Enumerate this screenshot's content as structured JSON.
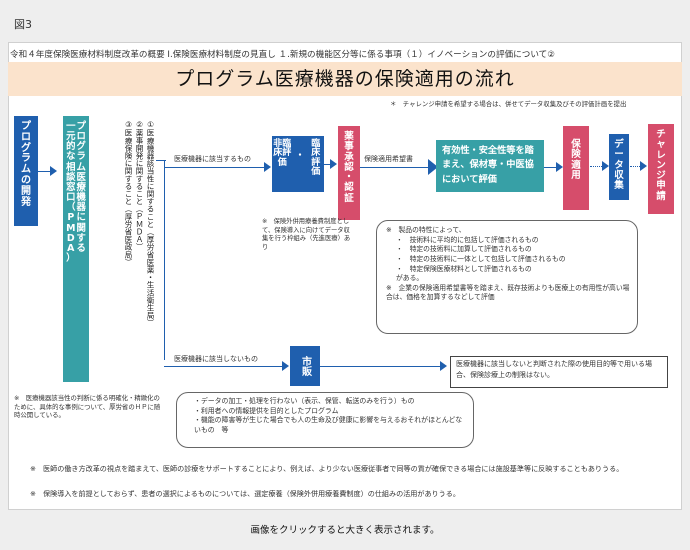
{
  "figure_label": "図3",
  "header": "令和４年度保険医療材料制度改革の概要 Ⅰ.保険医療材料制度の見直し １.新規の機能区分等に係る事項（１）イノベーションの評価について②",
  "title": "プログラム医療機器の保険適用の流れ",
  "top_note": "＊　チャレンジ申請を希望する場合は、併せてデータ収集及びその評価計画を提出",
  "boxes": {
    "dev_lines": [
      "プ",
      "ロ",
      "グ",
      "ラ",
      "ム",
      "の",
      "開",
      "発"
    ],
    "consult_lines": [
      "プ",
      "ロ",
      "グ",
      "ラ",
      "ム",
      "医",
      "療",
      "機",
      "器",
      "に",
      "関",
      "す",
      "る",
      "一",
      "元",
      "的",
      "な",
      "相",
      "談",
      "窓",
      "口",
      "（",
      "P",
      "M",
      "D",
      "A",
      "）"
    ],
    "clinical_col1": [
      "臨",
      "床",
      "評",
      "価"
    ],
    "clinical_col2": [
      "非",
      "臨",
      "床",
      "評",
      "価"
    ],
    "clinical_mid": "・",
    "approval_lines": [
      "薬",
      "事",
      "承",
      "認",
      "・",
      "認",
      "証"
    ],
    "evaluation": "有効性・安全性等を踏まえ、保材専・中医協において評価",
    "insurance_lines": [
      "保",
      "険",
      "適",
      "用"
    ],
    "data_lines": [
      "デ",
      "ー",
      "タ",
      "収",
      "集"
    ],
    "challenge_lines": [
      "チ",
      "ャ",
      "レ",
      "ン",
      "ジ",
      "申",
      "請"
    ],
    "market": "市販"
  },
  "consult_items": [
    "①医療機器該当性に関すること（厚労省医薬・生活衛生局）",
    "②薬事開発に関すること（ＰＭＤＡ）",
    "③医療保険に関すること（厚労省医政局）"
  ],
  "arrows": {
    "device_yes": "医療機器に該当するもの",
    "applicant": "保険適用希望書",
    "device_no": "医療機器に該当しないもの"
  },
  "notes": {
    "benefit": "※　保険外併用療養費制度として、保険導入に向けてデータ収集を行う枠組み（先進医療）あり",
    "evaluation_details": [
      "※　製品の特性によって、",
      "・　技術料に平均的に包括して評価されるもの",
      "・　特定の技術料に加算して評価されるもの",
      "・　特定の技術料に一体として包括して評価されるもの",
      "・　特定保険医療材料として評価されるもの",
      "がある。",
      "※　企業の保険適用希望書等を踏まえ、既存技術よりも医療上の有用性が高い場合は、価格を加算するなどして評価"
    ],
    "non_device": "医療機器に該当しないと判断された際の使用目的等で用いる場合、保険診療上の制限はない。",
    "examples": [
      "・データの加工・処理を行わない（表示、保管、転送のみを行う）もの",
      "・利用者への情報提供を目的としたプログラム",
      "・機能の障害等が生じた場合でも人の生命及び健康に影響を与えるおそれがほとんどないもの　等"
    ],
    "left_bottom": "※　医療機器該当性の判断に係る明確化・精緻化のために、具体的な事例について、厚労省のＨＰに随時公開している。",
    "footer": [
      "※　医師の働き方改革の視点を踏まえて、医師の診療をサポートすることにより、例えば、より少ない医療従事者で同等の質が確保できる場合には施設基準等に反映することもありうる。",
      "※　保険導入を前提としておらず、患者の選択によるものについては、選定療養（保険外併用療養費制度）の仕組みの活用がありうる。"
    ]
  },
  "caption": "画像をクリックすると大きく表示されます。",
  "colors": {
    "blue": "#1f5fae",
    "teal": "#37a0a6",
    "red": "#d64d6b",
    "title_band": "#fbe3cc"
  }
}
